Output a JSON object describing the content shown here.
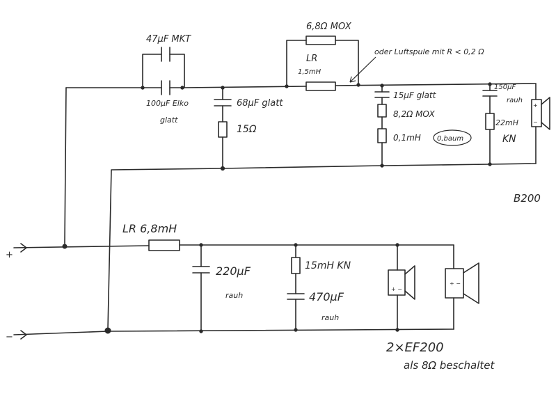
{
  "labels": {
    "c_mkt": "47µF MKT",
    "c_elko": "100µF Elko",
    "c_elko_type": "glatt",
    "c_68": "68µF glatt",
    "r_15": "15Ω",
    "r_mox_top": "6,8Ω MOX",
    "lr_top": "LR",
    "l_15": "1,5mH",
    "air_coil_note": "oder Luftspule mit R < 0,2 Ω",
    "c_15": "15µF glatt",
    "r_82": "8,2Ω MOX",
    "l_01": "0,1mH",
    "l_01_note": "0,baum",
    "c_150": "150µF",
    "c_150_type": "rauh",
    "l_22": "22mH",
    "kn_top": "KN",
    "b200": "B200",
    "lr_bottom": "LR 6,8mH",
    "c_220": "220µF",
    "c_220_type": "rauh",
    "l_15mh": "15mH KN",
    "c_470": "470µF",
    "c_470_type": "rauh",
    "plus": "+",
    "minus": "−",
    "speaker_note_1": "2×EF200",
    "speaker_note_2": "als 8Ω beschaltet"
  },
  "colors": {
    "ink": "#2a2a2a",
    "paper": "#ffffff"
  }
}
